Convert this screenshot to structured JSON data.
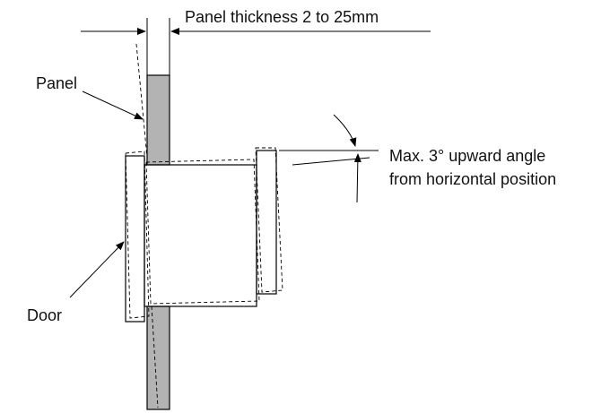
{
  "labels": {
    "panel_thickness": "Panel thickness 2 to 25mm",
    "panel": "Panel",
    "door": "Door",
    "angle_line1": "Max. 3° upward angle",
    "angle_line2": "from horizontal position"
  },
  "colors": {
    "panel_fill": "#b3b3b3",
    "line": "#000000",
    "background": "#ffffff"
  }
}
